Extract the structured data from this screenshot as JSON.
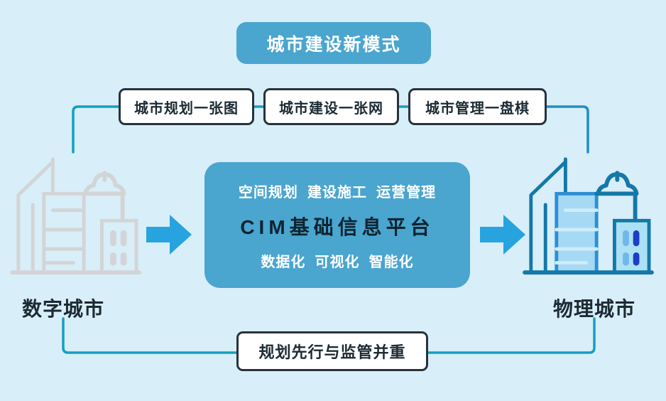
{
  "colors": {
    "bg": "#D8EEF8",
    "panel-blue": "#4AA5CF",
    "arrow-blue": "#27A3DF",
    "line-teal": "#14A0BE",
    "line-blue": "#1E90C0",
    "box-border": "#26333D",
    "dark-text": "#1C2A33",
    "platform-dark": "#0E2430",
    "gray-icon": "#D3D4D6",
    "icon-dark": "#1478A8",
    "icon-mid": "#2E8FD2",
    "icon-fill": "#A6D9F4",
    "window-light": "#6FB7E8",
    "window-dark": "#1B3FC4"
  },
  "title": {
    "label": "城市建设新模式"
  },
  "top_boxes": [
    {
      "label": "城市规划一张图"
    },
    {
      "label": "城市建设一张网"
    },
    {
      "label": "城市管理一盘棋"
    }
  ],
  "platform": {
    "line1": "空间规划  建设施工  运营管理",
    "line2": "CIM基础信息平台",
    "line3": "数据化  可视化  智能化"
  },
  "left_city": {
    "label": "数字城市"
  },
  "right_city": {
    "label": "物理城市"
  },
  "bottom_box": {
    "label": "规划先行与监管并重"
  },
  "icons": {
    "left": "digital-city-building-icon",
    "right": "physical-city-building-icon",
    "flow": "right-arrow-icon"
  }
}
